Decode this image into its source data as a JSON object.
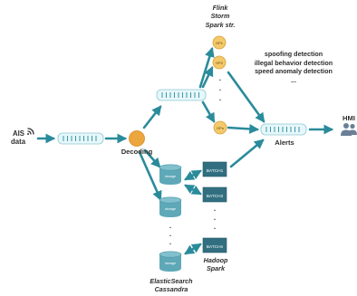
{
  "colors": {
    "arrow": "#2a8b9b",
    "queue_fill": "#e6f7fa",
    "queue_tick": "#2a8b9b",
    "decoder": "#eca63e",
    "operator": "#f4c96a",
    "operator_border": "#d9a23e",
    "storage": "#5ea8b8",
    "batch": "#316f80",
    "text": "#2e2e2e",
    "person": "#6b7f96"
  },
  "source": {
    "label_line1": "AIS",
    "label_line2": "data",
    "icon": "wifi-signal-icon"
  },
  "decoding": {
    "label": "Decoding"
  },
  "streaming": {
    "frameworks": [
      "Flink",
      "Storm",
      "Spark str."
    ],
    "operators": [
      "OP1",
      "OP2",
      "OPn"
    ],
    "ellipsis": "."
  },
  "detections": {
    "lines": [
      "spoofing detection",
      "illegal behavior detection",
      "speed anomaly detection",
      "..."
    ]
  },
  "alerts": {
    "label": "Alerts"
  },
  "hmi": {
    "label": "HMI",
    "icon": "users-icon"
  },
  "storage": {
    "unit_label": "storage",
    "frameworks": [
      "ElasticSearch",
      "Cassandra"
    ],
    "ellipsis": "."
  },
  "batch": {
    "jobs": [
      "BATCH1",
      "BATCH2",
      "BATCHn"
    ],
    "frameworks": [
      "Hadoop",
      "Spark"
    ],
    "ellipsis": "."
  }
}
